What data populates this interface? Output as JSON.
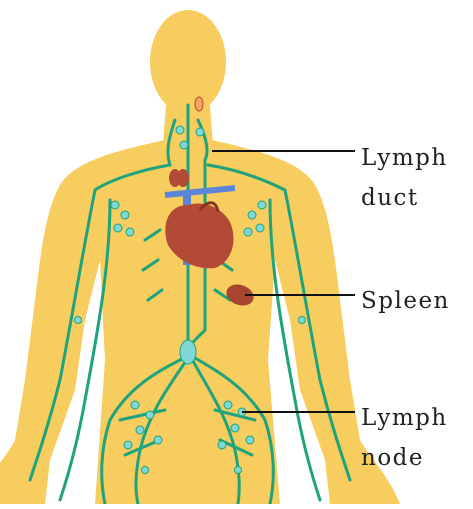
{
  "labels": {
    "lymph_duct_line1": "Lymph",
    "lymph_duct_line2": "duct",
    "spleen": "Spleen",
    "lymph_node_line1": "Lymph",
    "lymph_node_line2": "node"
  },
  "colors": {
    "body": "#f6cd5e",
    "lymph_vessel": "#1fa37c",
    "lymph_node": "#7fd7d6",
    "heart": "#b24a36",
    "blue_vessel": "#5b86d8",
    "spleen": "#a8452f",
    "leader_line": "#111111",
    "text": "#222222"
  }
}
